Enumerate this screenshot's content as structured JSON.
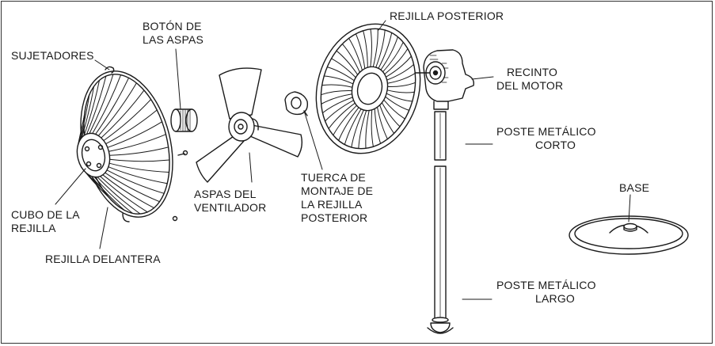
{
  "labels": {
    "sujetadores": "SUJETADORES",
    "boton_l1": "BOTÓN DE",
    "boton_l2": "LAS ASPAS",
    "rejilla_posterior": "REJILLA POSTERIOR",
    "recinto_l1": "RECINTO",
    "recinto_l2": "DEL MOTOR",
    "poste_corto_l1": "POSTE METÁLICO",
    "poste_corto_l2": "CORTO",
    "tuerca_l1": "TUERCA DE",
    "tuerca_l2": "MONTAJE DE",
    "tuerca_l3": "LA REJILLA",
    "tuerca_l4": "POSTERIOR",
    "aspas_l1": "ASPAS DEL",
    "aspas_l2": "VENTILADOR",
    "cubo_l1": "CUBO DE LA",
    "cubo_l2": "REJILLA",
    "rejilla_delantera": "REJILLA DELANTERA",
    "base": "BASE",
    "poste_largo_l1": "POSTE METÁLICO",
    "poste_largo_l2": "LARGO"
  },
  "colors": {
    "line": "#1a1a1a",
    "fill": "#ffffff",
    "shade": "#d9d9d9"
  }
}
